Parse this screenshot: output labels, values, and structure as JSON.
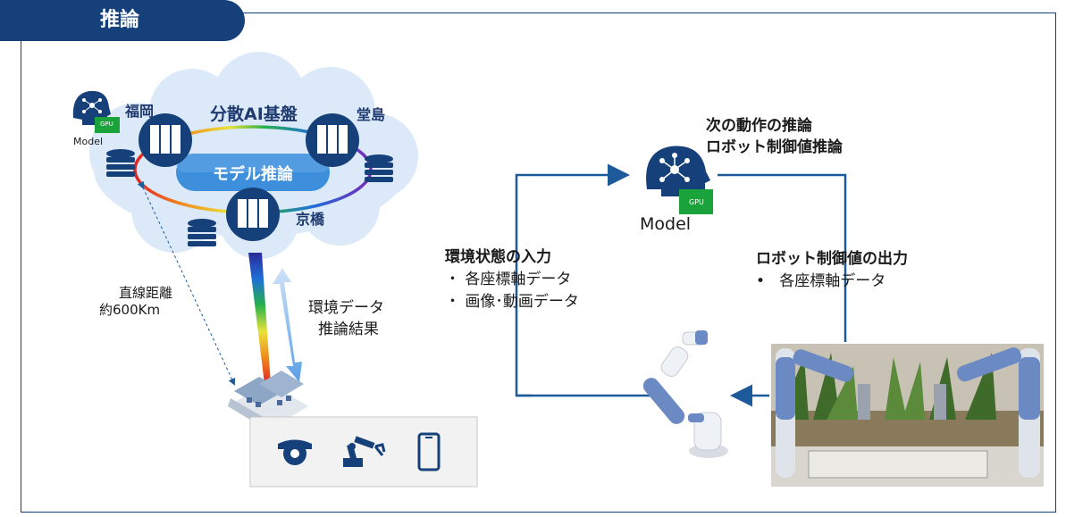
{
  "header": {
    "title": "推論"
  },
  "cloud": {
    "title": "分散AI基盤",
    "inference_label": "モデル推論",
    "sites": [
      "福岡",
      "堂島",
      "京橋"
    ],
    "model_label": "Model",
    "gpu_label": "GPU"
  },
  "distance": {
    "line1": "直線距離",
    "line2": "約600Km"
  },
  "transfer": {
    "line1": "環境データ",
    "line2": "推論結果"
  },
  "edge_devices": [
    "camera-icon",
    "robot-arm-icon",
    "smartphone-icon"
  ],
  "loop": {
    "inference_title1": "次の動作の推論",
    "inference_title2": "ロボット制御値推論",
    "model_label": "Model",
    "gpu_label": "GPU",
    "input_title": "環境状態の入力",
    "input_items": [
      "各座標軸データ",
      "画像･動画データ"
    ],
    "output_title": "ロボット制御値の出力",
    "output_items": [
      "各座標軸データ"
    ]
  },
  "colors": {
    "navy": "#16407a",
    "line_blue": "#1d5a9a",
    "cloud": "#dbe9f8",
    "gpu_green": "#1aa33a"
  }
}
